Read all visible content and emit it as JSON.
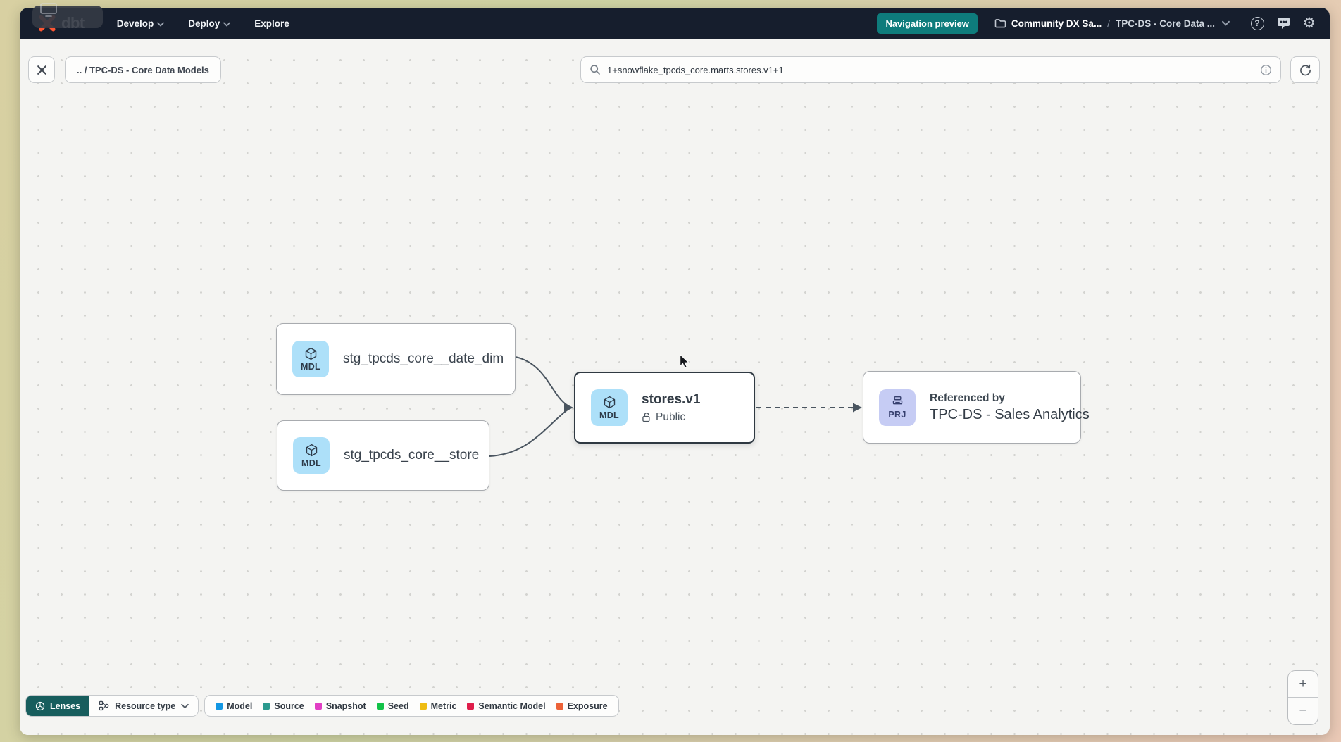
{
  "topnav": {
    "logo_text": "dbt",
    "menus": [
      {
        "label": "Develop"
      },
      {
        "label": "Deploy"
      },
      {
        "label": "Explore"
      }
    ],
    "preview_badge_label": "Navigation preview",
    "preview_badge_color": "#0e7c7c",
    "breadcrumb": {
      "project": "Community DX Sa...",
      "separator": "/",
      "current": "TPC-DS - Core Data ..."
    }
  },
  "toolbar": {
    "breadcrumb_chip": ".. / TPC-DS - Core Data Models",
    "search_value": "1+snowflake_tpcds_core.marts.stores.v1+1"
  },
  "graph": {
    "nodes": [
      {
        "badge": "MDL",
        "label": "stg_tpcds_core__date_dim"
      },
      {
        "badge": "MDL",
        "label": "stg_tpcds_core__store"
      },
      {
        "badge": "MDL",
        "label": "stores.v1",
        "access": "Public"
      },
      {
        "badge": "PRJ",
        "pretitle": "Referenced by",
        "label": "TPC-DS - Sales Analytics"
      }
    ],
    "badge_colors": {
      "model": "#ade0f9",
      "project": "#c6ccf4"
    }
  },
  "footer": {
    "lenses_label": "Lenses",
    "lenses_color": "#175d5d",
    "resource_type_label": "Resource type",
    "legend": [
      {
        "label": "Model",
        "color": "#1397e3"
      },
      {
        "label": "Source",
        "color": "#2b9a8e"
      },
      {
        "label": "Snapshot",
        "color": "#e13ec4"
      },
      {
        "label": "Seed",
        "color": "#12c248"
      },
      {
        "label": "Metric",
        "color": "#eebc12"
      },
      {
        "label": "Semantic Model",
        "color": "#df1d4a"
      },
      {
        "label": "Exposure",
        "color": "#ec6137"
      }
    ]
  },
  "zoom_controls": {
    "zoom_in": "+",
    "zoom_out": "−"
  },
  "icons": {
    "help_glyph": "?",
    "gear_glyph": "⚙"
  }
}
